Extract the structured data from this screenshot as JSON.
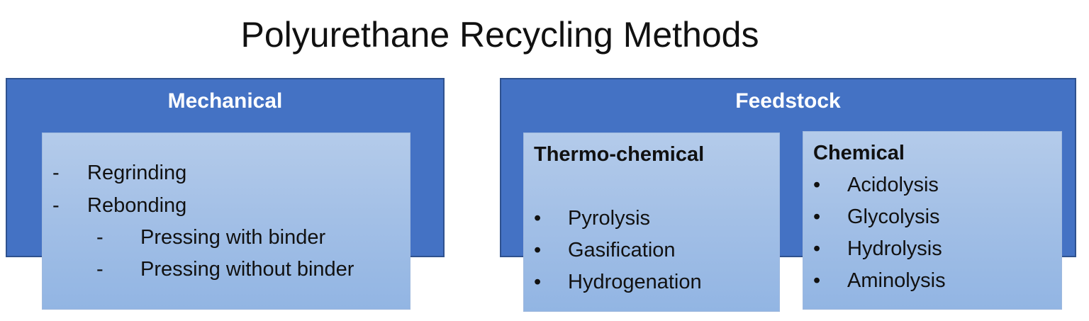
{
  "title": "Polyurethane Recycling Methods",
  "colors": {
    "outer_fill": "#4472c4",
    "outer_border": "#2f528f",
    "inner_fill_top": "#b4cbea",
    "inner_fill_bottom": "#92b5e3",
    "outer_label_text": "#ffffff",
    "body_text": "#111111"
  },
  "mechanical": {
    "label": "Mechanical",
    "items": [
      {
        "marker": "-",
        "text": "Regrinding",
        "level": 1
      },
      {
        "marker": "-",
        "text": "Rebonding",
        "level": 1
      },
      {
        "marker": "-",
        "text": "Pressing with binder",
        "level": 2
      },
      {
        "marker": "-",
        "text": "Pressing without binder",
        "level": 2
      }
    ]
  },
  "feedstock": {
    "label": "Feedstock",
    "thermo_chemical": {
      "title": "Thermo-chemical",
      "items": [
        {
          "marker": "•",
          "text": "Pyrolysis"
        },
        {
          "marker": "•",
          "text": "Gasification"
        },
        {
          "marker": "•",
          "text": "Hydrogenation"
        }
      ]
    },
    "chemical": {
      "title": "Chemical",
      "items": [
        {
          "marker": "•",
          "text": "Acidolysis"
        },
        {
          "marker": "•",
          "text": "Glycolysis"
        },
        {
          "marker": "•",
          "text": "Hydrolysis"
        },
        {
          "marker": "•",
          "text": "Aminolysis"
        }
      ]
    }
  }
}
